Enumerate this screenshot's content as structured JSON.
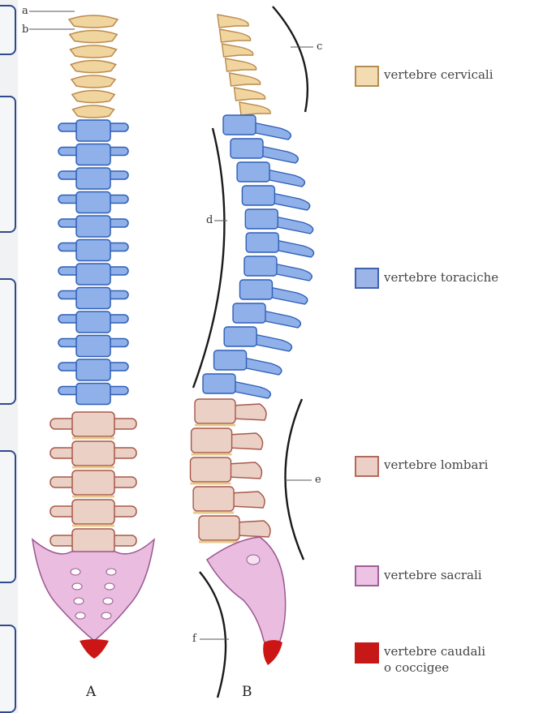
{
  "labels": {
    "a": "a",
    "b": "b",
    "c": "c",
    "d": "d",
    "e": "e",
    "f": "f",
    "view_front": "A",
    "view_side": "B"
  },
  "legend": [
    {
      "text": "vertebre cervicali",
      "fill": "#f3dcb2",
      "stroke": "#b58d55"
    },
    {
      "text": "vertebre toraciche",
      "fill": "#9db4e6",
      "stroke": "#3e63b3"
    },
    {
      "text": "vertebre lombari",
      "fill": "#ecd0c8",
      "stroke": "#b5695a"
    },
    {
      "text": "vertebre sacrali",
      "fill": "#ecc3e3",
      "stroke": "#a15e97"
    },
    {
      "text": "vertebre caudali",
      "text2": "o coccigee",
      "fill": "#c71818",
      "stroke": "#c71818"
    }
  ],
  "colors": {
    "cervical": "#f1d59e",
    "cervical_edge": "#b98a4d",
    "thoracic": "#8fb0e8",
    "thoracic_edge": "#2f5fb8",
    "lumbar": "#ead0c5",
    "lumbar_edge": "#a8584a",
    "sacral": "#e9bce0",
    "sacral_edge": "#9b5790",
    "coccyx": "#cc1515"
  }
}
